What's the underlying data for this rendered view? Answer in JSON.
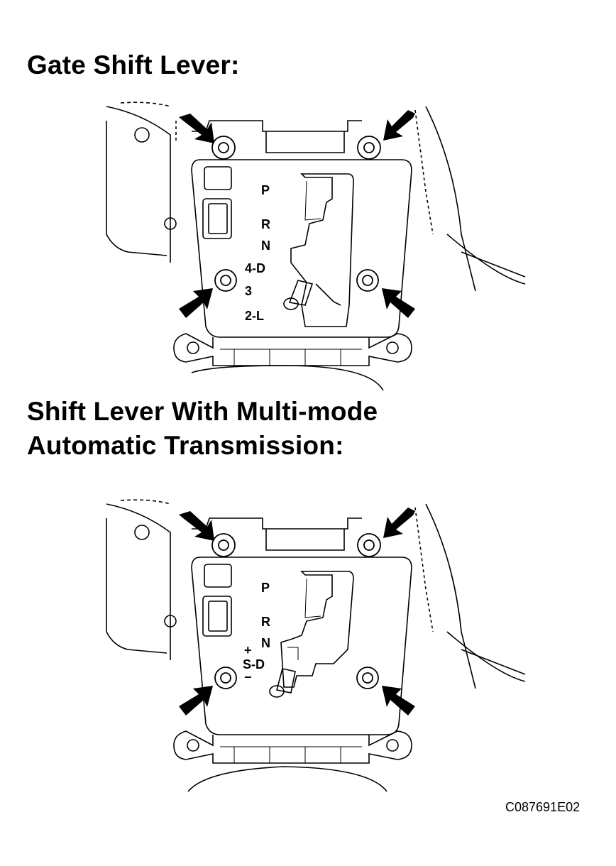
{
  "headings": {
    "gate": "Gate Shift Lever:",
    "multimode_line1": "Shift Lever With Multi-mode",
    "multimode_line2": "Automatic Transmission:"
  },
  "gate_lever": {
    "positions": [
      "P",
      "R",
      "N",
      "4-D",
      "3",
      "2-L"
    ]
  },
  "multimode_lever": {
    "positions": [
      "P",
      "R",
      "N",
      "S-D"
    ],
    "plus": "+",
    "minus": "−"
  },
  "figure_code": "C087691E02",
  "icons": [
    "bolt-icon",
    "arrow-icon"
  ]
}
